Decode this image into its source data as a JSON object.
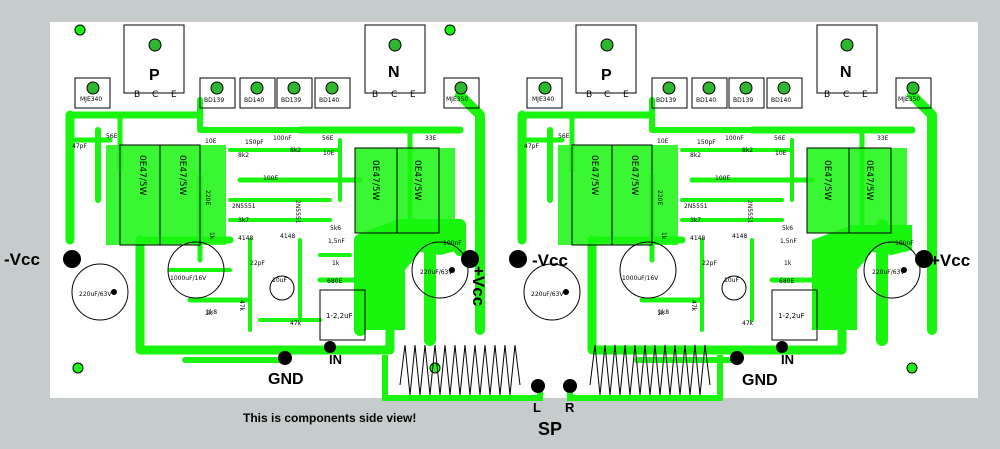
{
  "colors": {
    "background": "#c6cccc",
    "board": "#ffffff",
    "copper": "#19f50f",
    "pad": "#2fb72f",
    "drill": "#000000",
    "silk": "#000000"
  },
  "channels": [
    {
      "transistor_left": "MJE340",
      "power_left_letter": "P",
      "power_left_pins": [
        "B",
        "C",
        "E"
      ],
      "drivers": [
        "BD139",
        "BD140",
        "BD139",
        "BD140"
      ],
      "power_right_letter": "N",
      "power_right_pins": [
        "B",
        "C",
        "E"
      ],
      "transistor_right": "MJE350",
      "resistors_large": [
        "0E47/5W",
        "0E47/5W",
        "0E47/5W",
        "0E47/5W"
      ],
      "supply_left": "-Vcc",
      "supply_right": "+Vcc",
      "cap_left": "220uF/63V",
      "cap_right": "220uF/63V",
      "cap_mid": "1000uF/16V",
      "labels_small": [
        "56E",
        "10E",
        "8k2",
        "8k2",
        "100nF",
        "150pF",
        "47pF",
        "56E",
        "33E",
        "10E",
        "100E",
        "220E",
        "2N5551",
        "2N5551",
        "3k7",
        "1k",
        "4148",
        "4148",
        "5k6",
        "1,5nF",
        "100nF",
        "1k",
        "680E",
        "1k",
        "47k",
        "1k8",
        "47k",
        "22pF",
        "10uF"
      ],
      "film_cap": "1-2,2uF",
      "input_label": "IN",
      "ground_label": "GND"
    },
    {
      "transistor_left": "MJE340",
      "power_left_letter": "P",
      "power_left_pins": [
        "B",
        "C",
        "E"
      ],
      "drivers": [
        "BD139",
        "BD140",
        "BD139",
        "BD140"
      ],
      "power_right_letter": "N",
      "power_right_pins": [
        "B",
        "C",
        "E"
      ],
      "transistor_right": "MJE350",
      "resistors_large": [
        "0E47/5W",
        "0E47/5W",
        "0E47/5W",
        "0E47/5W"
      ],
      "supply_left": "-Vcc",
      "supply_right": "+Vcc",
      "cap_left": "220uF/63V",
      "cap_right": "220uF/63V",
      "cap_mid": "1000uF/16V",
      "labels_small": [
        "56E",
        "10E",
        "8k2",
        "8k2",
        "100nF",
        "150pF",
        "47pF",
        "56E",
        "33E",
        "10E",
        "100E",
        "220E",
        "2N5551",
        "2N5551",
        "3k7",
        "1k",
        "4148",
        "4148",
        "5k6",
        "1,5nF",
        "100nF",
        "1k",
        "680E",
        "1k",
        "47k",
        "1k8",
        "47k",
        "22pF",
        "10uF"
      ],
      "film_cap": "1-2,2uF",
      "input_label": "IN",
      "ground_label": "GND"
    }
  ],
  "left_vcc_vertical": "+Vcc",
  "speaker": {
    "left": "L",
    "right": "R",
    "label": "SP"
  },
  "note": "This is components side view!"
}
